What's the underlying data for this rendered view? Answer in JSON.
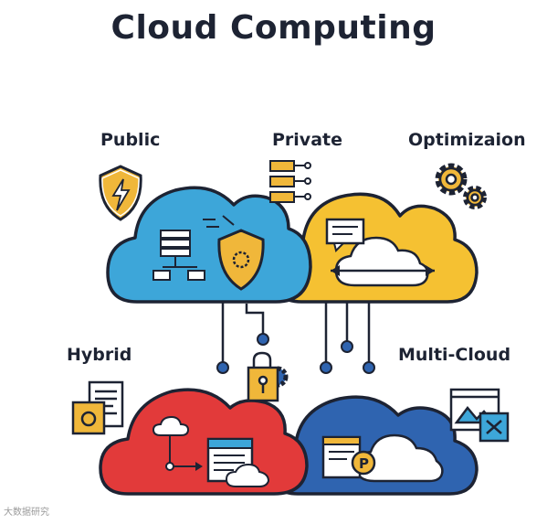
{
  "title": "Cloud Computing",
  "labels": {
    "public": "Public",
    "private": "Private",
    "optimization": "Optimizaion",
    "hybrid": "Hybrid",
    "multi_cloud": "Multi-Cloud"
  },
  "watermark": "大数据研究",
  "colors": {
    "public_cloud": "#3da6d9",
    "private_cloud": "#f5c132",
    "hybrid_cloud": "#e23a3a",
    "multi_cloud": "#2f64b0",
    "outline": "#1d2333",
    "accent": "#f0b73a"
  },
  "icons": {
    "public": "shield-lightning-icon",
    "private": "server-rack-icon",
    "optimization": "gears-icon",
    "hybrid": "documents-icon",
    "multi_cloud": "browser-window-icon",
    "center": "lock-gear-icon"
  }
}
